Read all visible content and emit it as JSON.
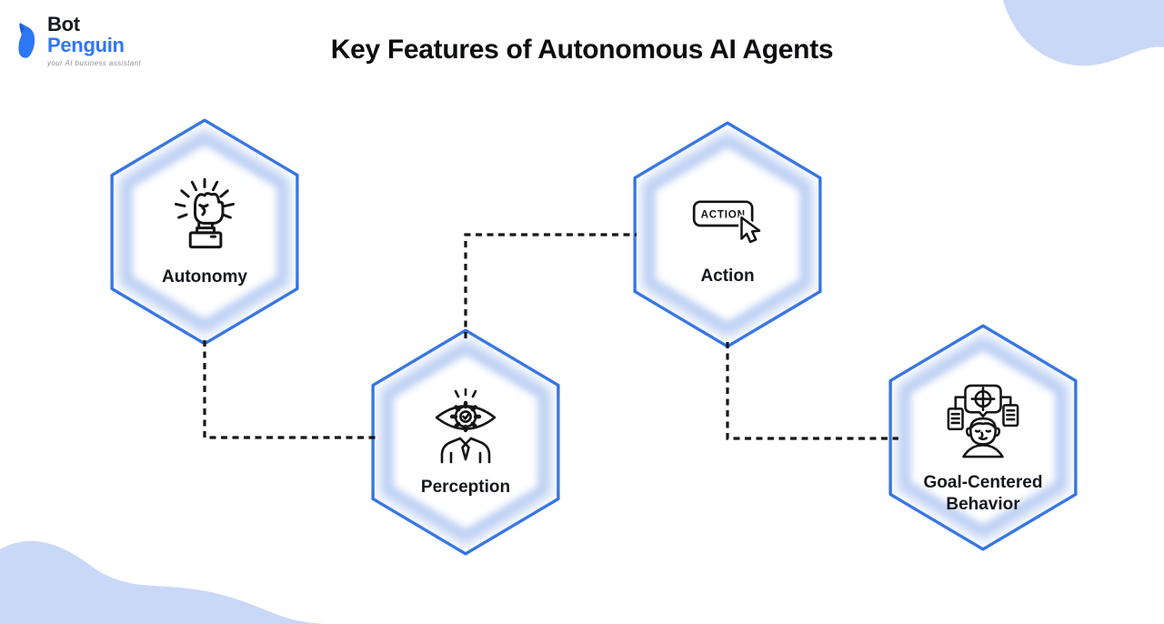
{
  "logo": {
    "icon": "penguin-icon",
    "name_part1": "Bot",
    "name_part2": "Penguin",
    "tagline": "your AI business assistant",
    "brand_blue": "#2e77f2",
    "brand_dark": "#15191f"
  },
  "header": {
    "title": "Key Features of Autonomous AI Agents"
  },
  "diagram": {
    "type": "hexagon-flow-infographic",
    "connector_style": "black dashed elbow lines",
    "colors": {
      "hex_border": "#2e6fe2",
      "hex_glow": "#b9cdf3",
      "hex_fill": "#ffffff",
      "connector": "#161616",
      "icon_stroke": "#141414",
      "decor_blob": "#c9d8f7",
      "label_text": "#14171c"
    },
    "nodes": [
      {
        "label": "Autonomy",
        "icon": "raised-fist-icon"
      },
      {
        "label": "Perception",
        "icon": "eye-gear-person-icon"
      },
      {
        "label": "Action",
        "icon": "action-button-cursor-icon",
        "icon_text": "ACTION"
      },
      {
        "label": "Goal-Centered Behavior",
        "icon": "target-mind-icon"
      }
    ]
  }
}
